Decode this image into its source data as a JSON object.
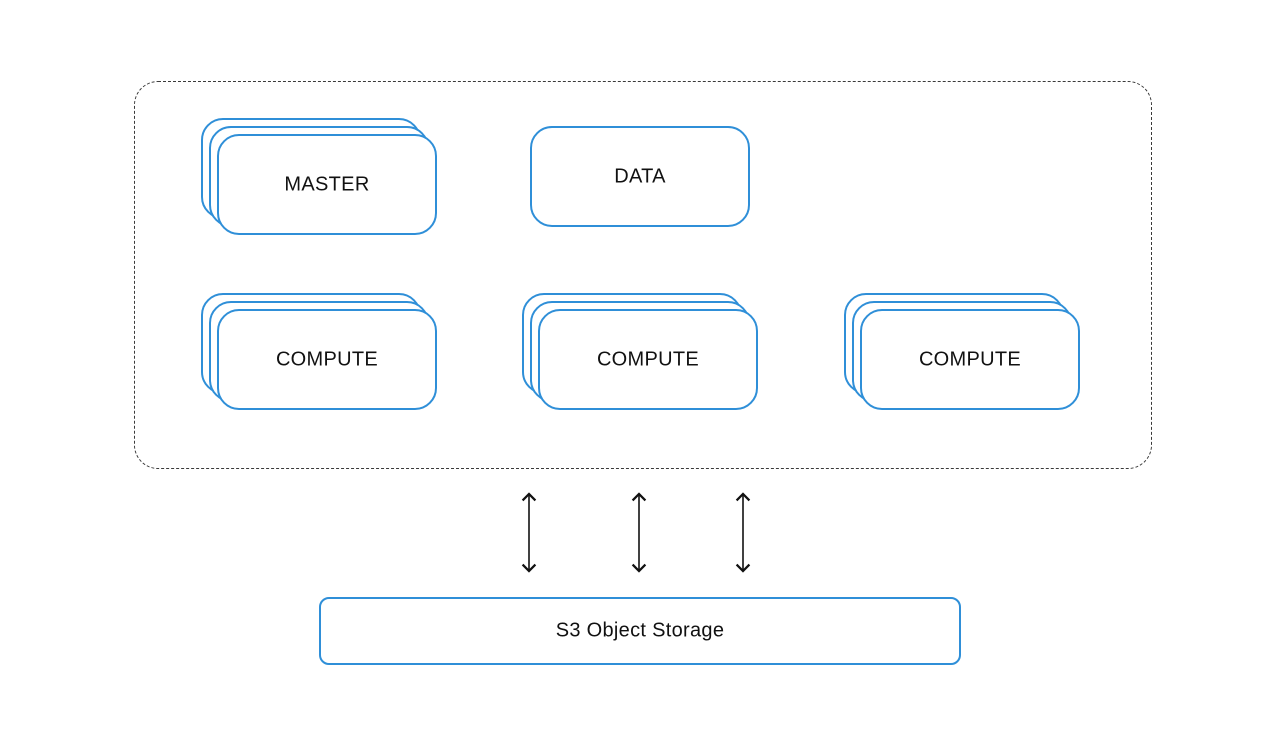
{
  "diagram": {
    "master": {
      "label": "MASTER"
    },
    "data": {
      "label": "DATA"
    },
    "compute": [
      {
        "label": "COMPUTE"
      },
      {
        "label": "COMPUTE"
      },
      {
        "label": "COMPUTE"
      }
    ],
    "storage": {
      "label": "S3 Object Storage"
    }
  },
  "colors": {
    "node_border": "#2f8fd8",
    "cluster_border": "#3a3a3a",
    "arrow": "#111111"
  }
}
